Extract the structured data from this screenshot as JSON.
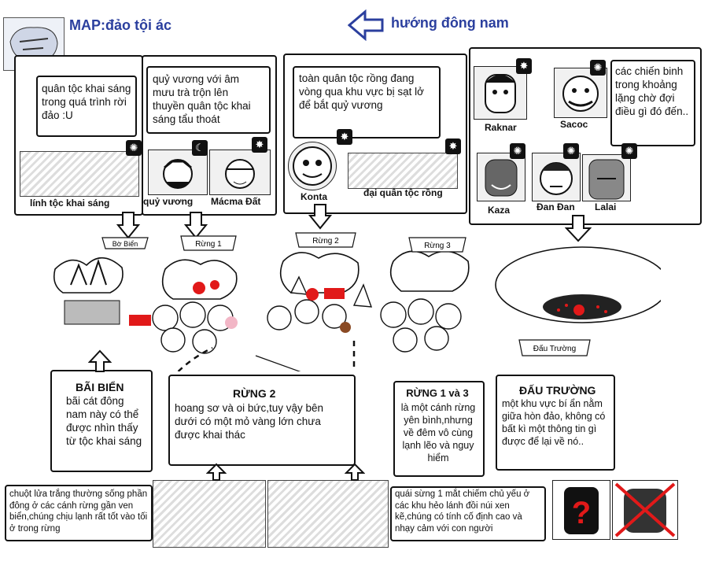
{
  "title": "MAP:đảo tội ác",
  "direction": "hướng đông nam",
  "top_boxes": {
    "clan": {
      "text": "quân tộc khai sáng trong quá trình rời đảo :U",
      "caption": "lính tộc khai sáng"
    },
    "demon_king": {
      "text": "quỷ vương với âm mưu trà trộn lên thuyền quân tộc khai sáng tẩu thoát",
      "caption1": "quỷ vương",
      "caption2": "Mácma Đất"
    },
    "dragons": {
      "text": "toàn quân tộc rồng đang vòng qua khu vực bị sạt lở để bắt quỷ vương",
      "caption1": "Konta",
      "caption2": "đại quân tộc rồng"
    },
    "warriors": {
      "text": "các chiến binh trong khoảng lặng chờ đợi điều gì đó đến..",
      "names": [
        "Raknar",
        "Sacoc",
        "Kaza",
        "Đan Đan",
        "Lalai"
      ]
    }
  },
  "map_banners": [
    "Bờ Biển",
    "Rừng 1",
    "Rừng 2",
    "Rừng 3",
    "Đấu Trường"
  ],
  "info_boxes": {
    "beach": {
      "title": "BÃI BIỂN",
      "text": "bãi cát đông nam này có thể được nhìn thấy từ tộc khai sáng"
    },
    "forest2": {
      "title": "RỪNG 2",
      "text": "hoang sơ và oi bức,tuy vậy bên dưới có một mỏ vàng lớn chưa được khai thác"
    },
    "forest13": {
      "title": "RỪNG 1 và 3",
      "text": "là một cánh rừng yên bình,nhưng về đêm vô cùng lạnh lẽo và nguy hiểm"
    },
    "arena": {
      "title": "ĐẤU TRƯỜNG",
      "text": "một khu vực bí ẩn nằm giữa hòn đảo, không có bất kì một thông tin gì được để lại về nó.."
    }
  },
  "bottom_notes": {
    "rats": "chuột lửa trắng thường sống phần đông ở các cánh rừng gần ven biển,chúng chịu lạnh rất tốt vào tối ở trong rừng",
    "horned": "quái sừng 1 mắt chiếm chủ yếu ở các khu hẻo lánh đồi núi xen kẽ,chúng có tính cố định cao và nhạy cảm với con người"
  },
  "colors": {
    "accent": "#2b3f9e",
    "marker_red": "#e11919",
    "marker_pink": "#f2b6c6",
    "marker_brown": "#8a4a24"
  }
}
